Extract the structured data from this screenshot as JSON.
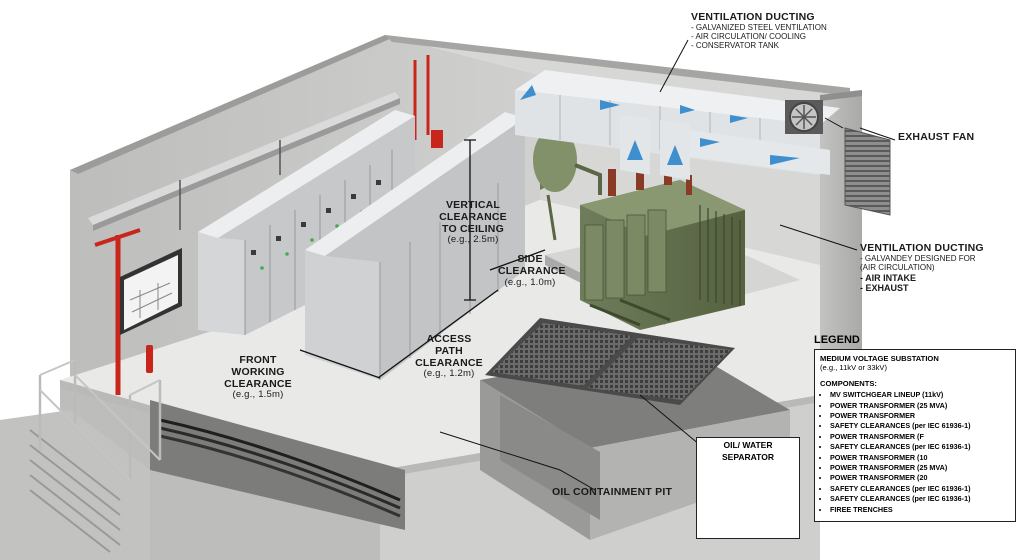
{
  "callouts": {
    "ventilation_top": {
      "title": "VENTILATION DUCTING",
      "lines": [
        "- GALVANIZED STEEL VENTILATION",
        "- AIR CIRCULATION/ COOLING",
        "- CONSERVATOR TANK"
      ]
    },
    "exhaust_fan": {
      "title": "EXHAUST FAN"
    },
    "ventilation_side": {
      "title": "VENTILATION DUCTING",
      "lines": [
        "- GALVANDEY DESIGNED FOR",
        "(AIR CIRCULATION)"
      ],
      "bold_lines": [
        "- AIR INTAKE",
        "- EXHAUST"
      ]
    },
    "vertical_clearance": {
      "lines": [
        "VERTICAL",
        "CLEARANCE",
        "TO CEILING",
        "(e.g., 2.5m)"
      ]
    },
    "side_clearance": {
      "lines": [
        "SIDE",
        "CLEARANCE",
        "(e.g., 1.0m)"
      ]
    },
    "access_path": {
      "lines": [
        "ACCESS PATH",
        "CLEARANCE",
        "(e.g., 1.2m)"
      ]
    },
    "front_working": {
      "lines": [
        "FRONT WORKING",
        "CLEARANCE",
        "(e.g., 1.5m)"
      ]
    },
    "oil_pit": {
      "title": "OIL CONTAINMENT PIT"
    },
    "oil_separator": {
      "lines": [
        "OIL/ WATER",
        "SEPARATOR"
      ]
    }
  },
  "legend": {
    "title": "LEGEND",
    "subtitle_lines": [
      "MEDIUM VOLTAGE SUBSTATION",
      "(e.g., 11kV or 33kV)"
    ],
    "components_title": "COMPONENTS:",
    "items": [
      "MV SWITCHGEAR LINEUP (11kV)",
      "POWER TRANSFORMER (25 MVA)",
      "POWER TRANSFORMER",
      "SAFETY CLEARANCES (per IEC 61936-1)",
      "POWER TRANSFORMER (F",
      "SAFETY CLEARANCES (per IEC 61936-1)",
      "POWER TRANSFORMER (10",
      "POWER TRANSFORMER (25 MVA)",
      "POWER TRANSFORMER (20",
      "SAFETY CLEARANCES (per IEC 61936-1)",
      "SAFETY CLEARANCES (per IEC 61936-1)",
      "FIREE TRENCHES"
    ]
  },
  "colors": {
    "wall": "#c9c9c7",
    "wall_dark": "#a9a9a7",
    "floor": "#e9e9e7",
    "transformer": "#6f7d5c",
    "transformer_dark": "#55613f",
    "bushing": "#8a3b26",
    "duct": "#dfe3e6",
    "arrow": "#3f8fcf",
    "fire_red": "#c8261d",
    "cabinet": "#d4d6d8"
  }
}
